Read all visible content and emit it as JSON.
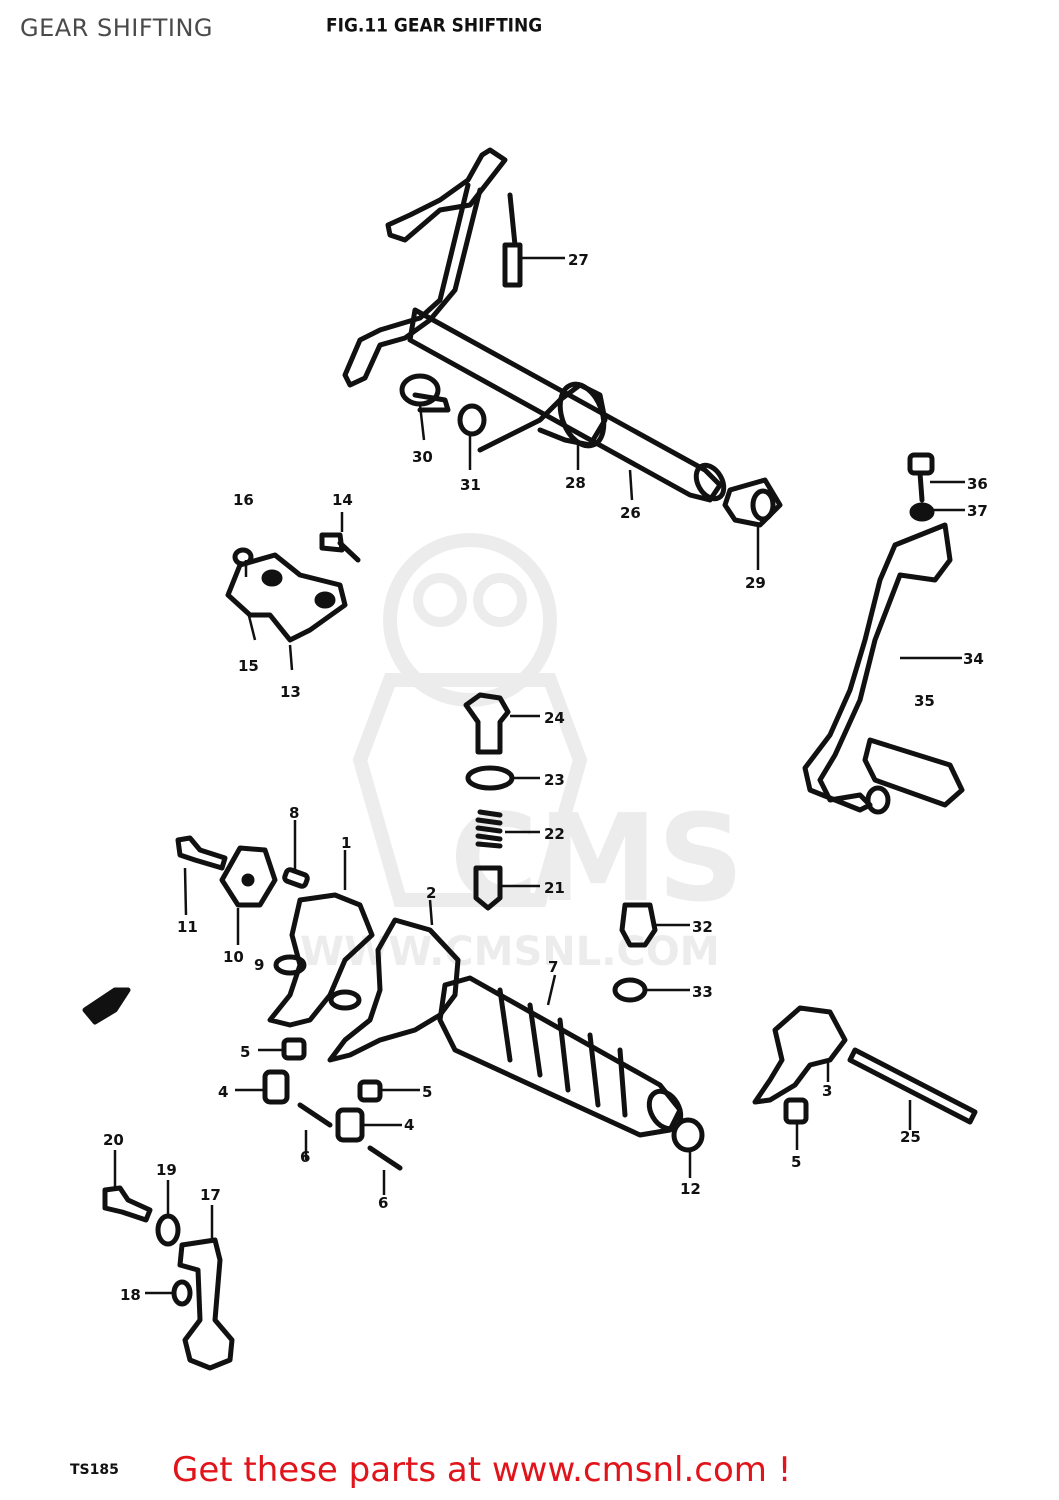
{
  "header": {
    "title": "GEAR SHIFTING",
    "figure_title": "FIG.11  GEAR SHIFTING"
  },
  "watermark": {
    "brand": "CMS",
    "url": "WWW.CMSNL.COM"
  },
  "footer": {
    "model": "TS185",
    "cta": "Get these parts at www.cmsnl.com !"
  },
  "callouts": [
    {
      "id": "c1",
      "label": "1"
    },
    {
      "id": "c2",
      "label": "2"
    },
    {
      "id": "c3",
      "label": "3"
    },
    {
      "id": "c4a",
      "label": "4"
    },
    {
      "id": "c4b",
      "label": "4"
    },
    {
      "id": "c5a",
      "label": "5"
    },
    {
      "id": "c5b",
      "label": "5"
    },
    {
      "id": "c5c",
      "label": "5"
    },
    {
      "id": "c6a",
      "label": "6"
    },
    {
      "id": "c6b",
      "label": "6"
    },
    {
      "id": "c7",
      "label": "7"
    },
    {
      "id": "c8",
      "label": "8"
    },
    {
      "id": "c9",
      "label": "9"
    },
    {
      "id": "c10",
      "label": "10"
    },
    {
      "id": "c11",
      "label": "11"
    },
    {
      "id": "c12",
      "label": "12"
    },
    {
      "id": "c13",
      "label": "13"
    },
    {
      "id": "c14",
      "label": "14"
    },
    {
      "id": "c15",
      "label": "15"
    },
    {
      "id": "c16",
      "label": "16"
    },
    {
      "id": "c17",
      "label": "17"
    },
    {
      "id": "c18",
      "label": "18"
    },
    {
      "id": "c19",
      "label": "19"
    },
    {
      "id": "c20",
      "label": "20"
    },
    {
      "id": "c21",
      "label": "21"
    },
    {
      "id": "c22",
      "label": "22"
    },
    {
      "id": "c23",
      "label": "23"
    },
    {
      "id": "c24",
      "label": "24"
    },
    {
      "id": "c25",
      "label": "25"
    },
    {
      "id": "c26",
      "label": "26"
    },
    {
      "id": "c27",
      "label": "27"
    },
    {
      "id": "c28",
      "label": "28"
    },
    {
      "id": "c29",
      "label": "29"
    },
    {
      "id": "c30",
      "label": "30"
    },
    {
      "id": "c31",
      "label": "31"
    },
    {
      "id": "c32",
      "label": "32"
    },
    {
      "id": "c33",
      "label": "33"
    },
    {
      "id": "c34",
      "label": "34"
    },
    {
      "id": "c35",
      "label": "35"
    },
    {
      "id": "c36",
      "label": "36"
    },
    {
      "id": "c37",
      "label": "37"
    }
  ]
}
